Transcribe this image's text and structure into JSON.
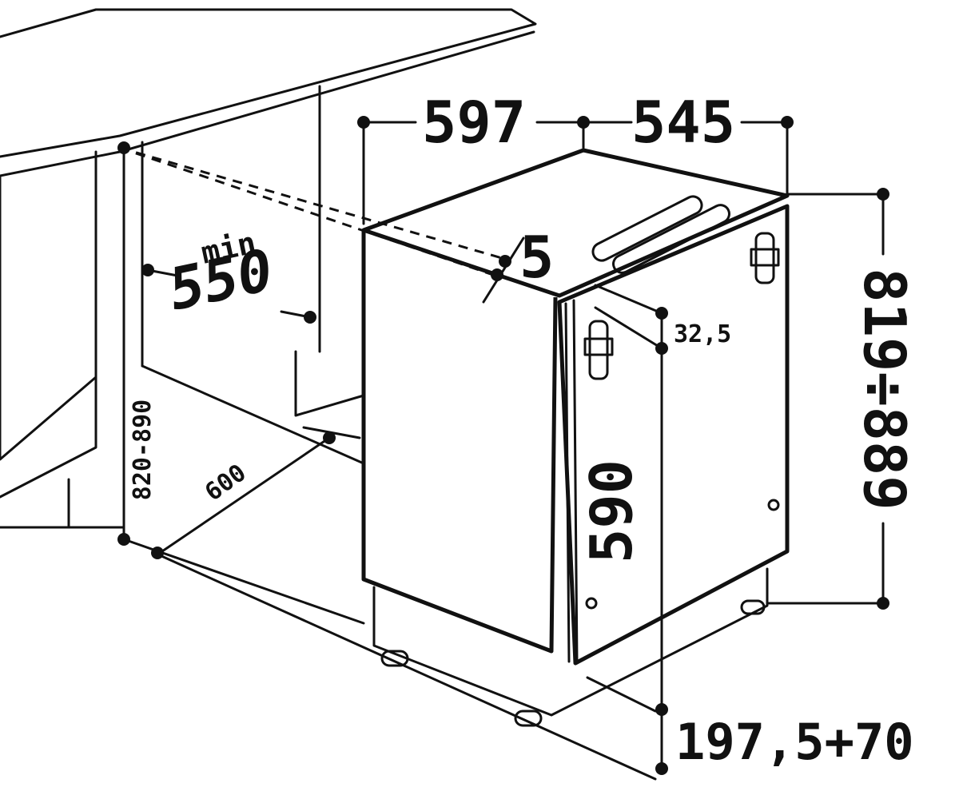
{
  "dimensions": {
    "width": "597",
    "depth": "545",
    "height_range": "819÷889",
    "niche_depth_min_label": "min",
    "niche_depth_min": "550",
    "vent_gap": "5",
    "door_offset": "32,5",
    "door_height": "590",
    "niche_height": "820-890",
    "niche_depth": "600",
    "plinth": "197,5+70"
  },
  "colors": {
    "line": "#111111",
    "background": "#ffffff"
  }
}
